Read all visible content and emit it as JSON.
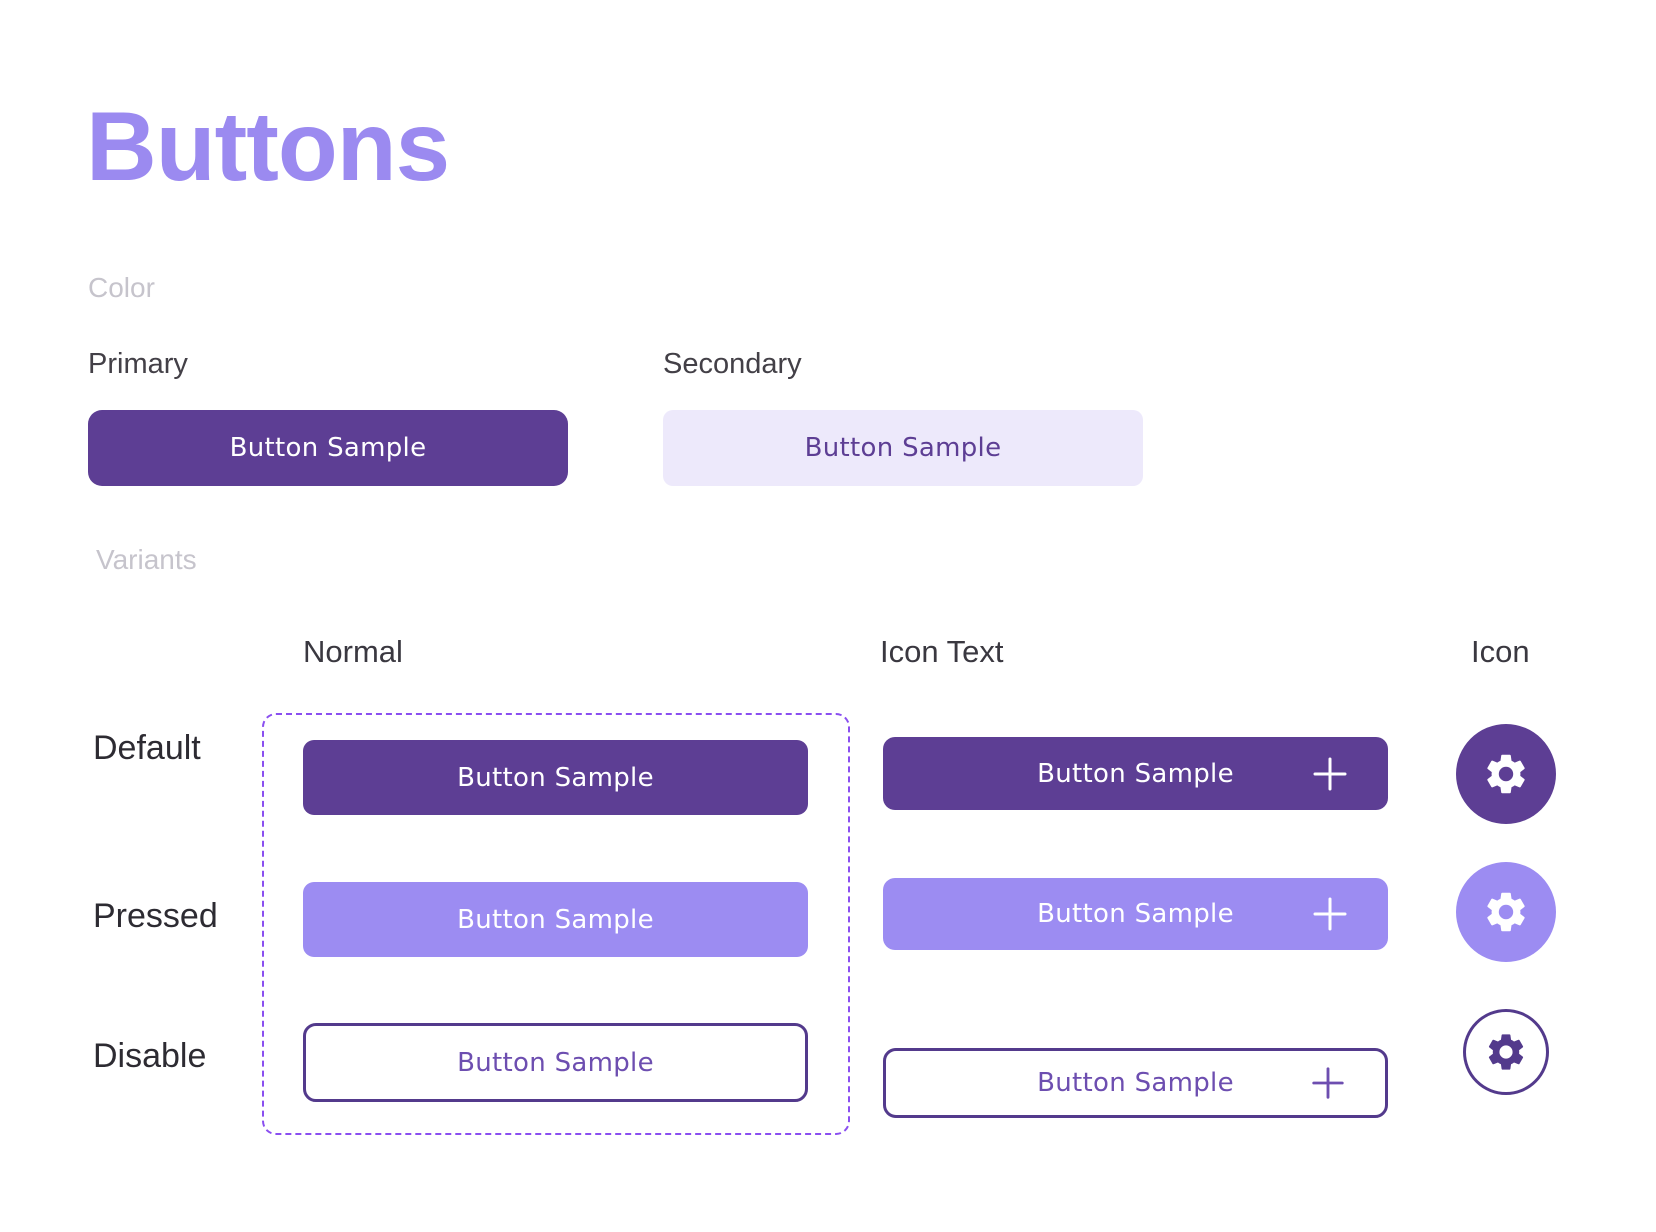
{
  "page": {
    "title": "Buttons"
  },
  "colors": {
    "title_purple": "#9B8AF0",
    "primary_purple": "#5D3E94",
    "on_primary": "#FFFFFF",
    "secondary_bg": "#EDE9FB",
    "secondary_text": "#5D3E94",
    "pressed_purple": "#9C8CF2",
    "disable_border": "#533A8C",
    "disable_text": "#6D4EB0",
    "dashed_border": "#8A4FF0",
    "section_label": "#C6C4CC",
    "column_header": "#3A3840",
    "row_label": "#2D2B32"
  },
  "color_section": {
    "label": "Color",
    "primary": {
      "label": "Primary",
      "button_label": "Button Sample"
    },
    "secondary": {
      "label": "Secondary",
      "button_label": "Button Sample"
    }
  },
  "variants_section": {
    "label": "Variants",
    "columns": {
      "normal": "Normal",
      "icon_text": "Icon Text",
      "icon": "Icon"
    },
    "rows": {
      "default": "Default",
      "pressed": "Pressed",
      "disable": "Disable"
    },
    "buttons": {
      "normal_default": "Button Sample",
      "normal_pressed": "Button Sample",
      "normal_disable": "Button Sample",
      "icon_text_default": "Button Sample",
      "icon_text_pressed": "Button Sample",
      "icon_text_disable": "Button Sample"
    },
    "icons": {
      "trailing": "plus-icon",
      "icon_only": "gear-icon"
    }
  }
}
